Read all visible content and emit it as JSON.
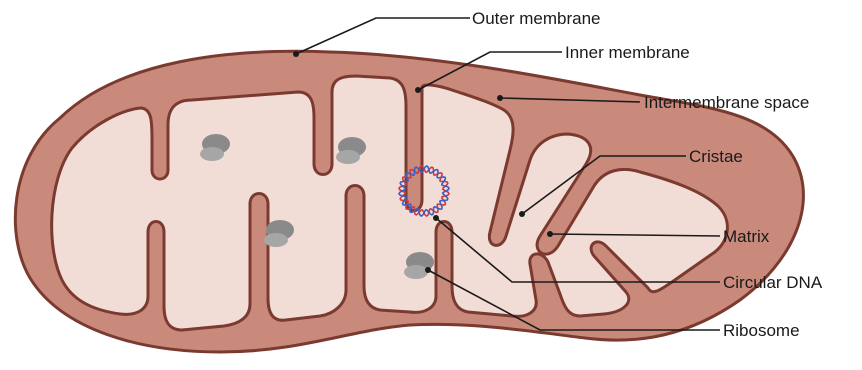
{
  "labels": {
    "outer_membrane": "Outer membrane",
    "inner_membrane": "Inner membrane",
    "intermembrane_space": "Intermembrane space",
    "cristae": "Cristae",
    "matrix": "Matrix",
    "circular_dna": "Circular DNA",
    "ribosome": "Ribosome"
  },
  "colors": {
    "outer_membrane_fill": "#c98a7c",
    "outer_membrane_stroke": "#7a3a30",
    "matrix_fill": "#f2ddd6",
    "inner_membrane_stroke": "#7a3a30",
    "ribosome_fill": "#8a8a8a",
    "dna_red": "#d23a3a",
    "dna_blue": "#3a5fc8",
    "leader_line": "#1a1a1a"
  }
}
